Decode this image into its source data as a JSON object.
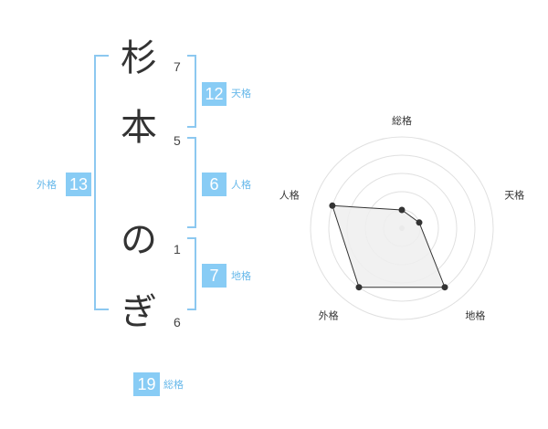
{
  "name": {
    "chars": [
      {
        "char": "杉",
        "strokes": "7"
      },
      {
        "char": "本",
        "strokes": "5"
      },
      {
        "char": "の",
        "strokes": "1"
      },
      {
        "char": "ぎ",
        "strokes": "6"
      }
    ]
  },
  "fortune": {
    "tenkaku": {
      "label": "天格",
      "value": "12"
    },
    "jinkaku": {
      "label": "人格",
      "value": "6"
    },
    "chikaku": {
      "label": "地格",
      "value": "7"
    },
    "gaikaku": {
      "label": "外格",
      "value": "13"
    },
    "soukaku": {
      "label": "総格",
      "value": "19"
    }
  },
  "chart_data": {
    "type": "radar",
    "axes": [
      "総格",
      "天格",
      "地格",
      "外格",
      "人格"
    ],
    "values": [
      1,
      1,
      4,
      4,
      4
    ],
    "max": 5,
    "rings": 5,
    "grid": true,
    "colors": {
      "grid": "#e0e0e0",
      "fill": "#eeeeee",
      "line": "#333333",
      "point": "#333333",
      "center": "#cccccc"
    }
  }
}
